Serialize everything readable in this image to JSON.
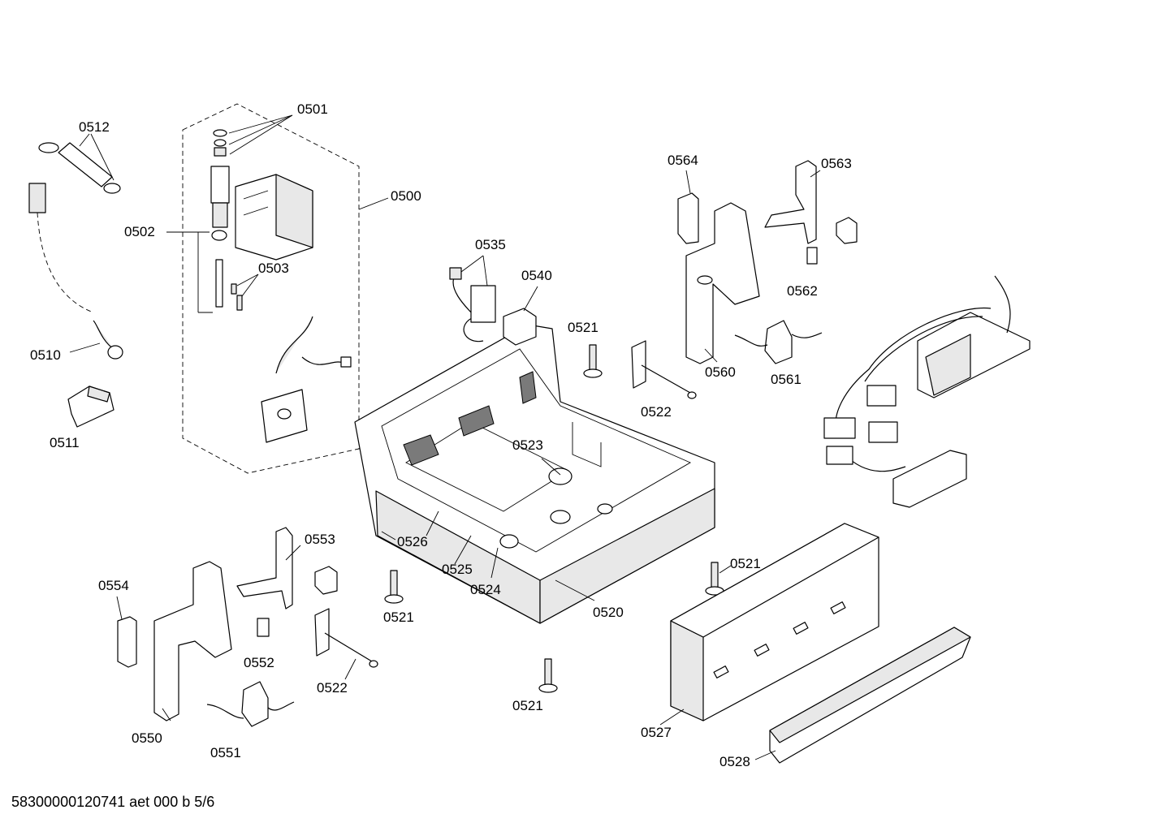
{
  "footer": {
    "document_id": "58300000120741 aet 000 b 5/6"
  },
  "callouts": {
    "c0500": "0500",
    "c0501": "0501",
    "c0502": "0502",
    "c0503": "0503",
    "c0510": "0510",
    "c0511": "0511",
    "c0512": "0512",
    "c0520": "0520",
    "c0521a": "0521",
    "c0521b": "0521",
    "c0521c": "0521",
    "c0521d": "0521",
    "c0522a": "0522",
    "c0522b": "0522",
    "c0523": "0523",
    "c0524": "0524",
    "c0525": "0525",
    "c0526": "0526",
    "c0527": "0527",
    "c0528": "0528",
    "c0535": "0535",
    "c0540": "0540",
    "c0550": "0550",
    "c0551": "0551",
    "c0552": "0552",
    "c0553": "0553",
    "c0554": "0554",
    "c0560": "0560",
    "c0561": "0561",
    "c0562": "0562",
    "c0563": "0563",
    "c0564": "0564"
  }
}
